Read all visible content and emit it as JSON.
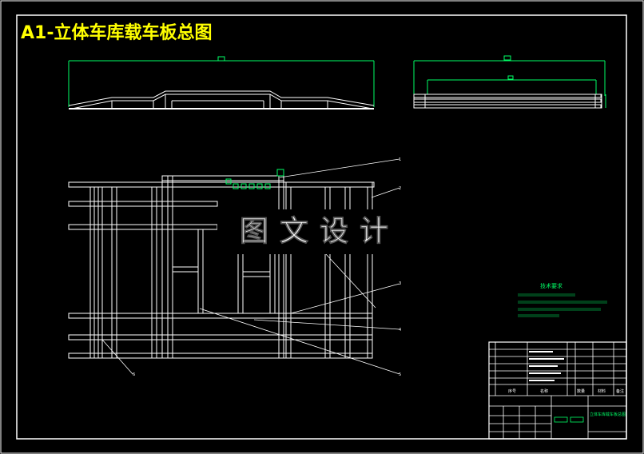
{
  "drawing": {
    "title": "A1-立体车库载车板总图",
    "watermark": "图文设计",
    "balloon_labels": [
      "1",
      "2",
      "3",
      "4",
      "5",
      "6"
    ],
    "tech_requirements_title": "技术要求",
    "title_block": {
      "col_no": "序号",
      "col_name": "名称",
      "col_qty": "数量",
      "col_material": "材料",
      "col_note": "备注",
      "drawing_name": "立体车库载车板总图"
    },
    "colors": {
      "background": "#000000",
      "lines": "#ffffff",
      "title": "#ffff00",
      "notes": "#00ff66",
      "dimension": "#00ff66"
    }
  }
}
